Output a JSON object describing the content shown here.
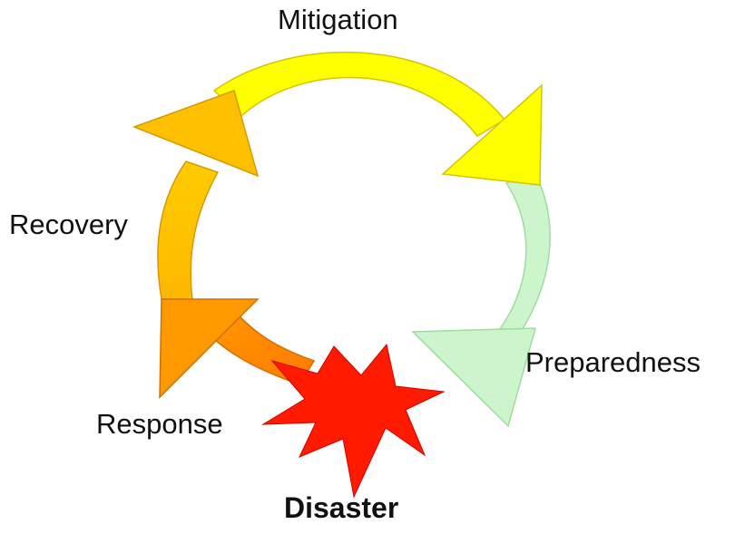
{
  "diagram": {
    "phases": {
      "mitigation": "Mitigation",
      "preparedness": "Preparedness",
      "recovery": "Recovery",
      "response": "Response"
    },
    "event": {
      "disaster": "Disaster"
    }
  },
  "colors": {
    "mitigation": "#ffff00",
    "preparedness": "#ccf5cc",
    "preparedness_stroke": "#9fdc9f",
    "recovery": "#ffc000",
    "response": "#ff9900",
    "disaster": "#ff1a00",
    "arrow_stroke": "#c0a000"
  }
}
